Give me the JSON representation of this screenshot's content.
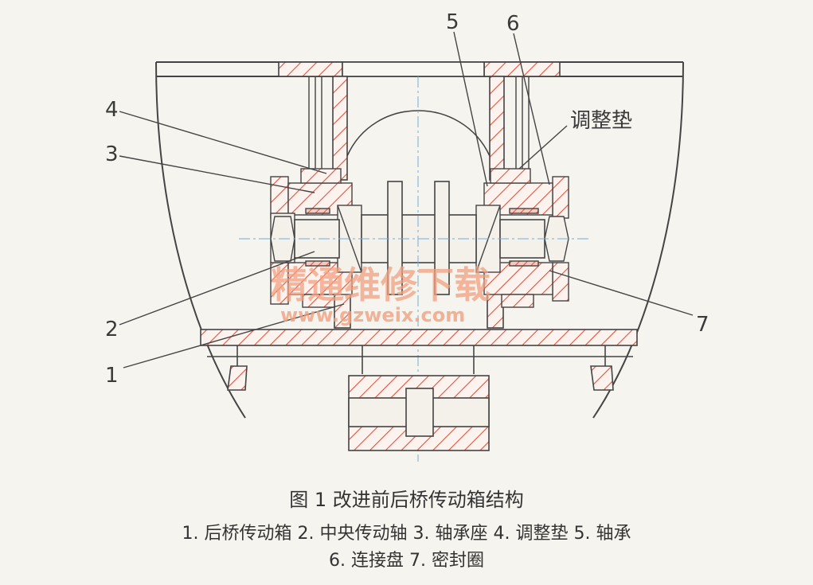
{
  "labels": {
    "l1": "1",
    "l2": "2",
    "l3": "3",
    "l4": "4",
    "l5": "5",
    "l6": "6",
    "l7": "7",
    "adjust": "调整垫"
  },
  "caption": {
    "title": "图 1   改进前后桥传动箱结构",
    "legend_line1": "1. 后桥传动箱  2. 中央传动轴  3. 轴承座  4. 调整垫  5. 轴承",
    "legend_line2": "6. 连接盘  7. 密封圈"
  },
  "watermark": {
    "cn": "精通维修下载",
    "url": "www.gzweix.com"
  },
  "colors": {
    "hatch": "#e0533f",
    "line": "#444444",
    "center": "#6fb0d8",
    "watermark": "#f0a080"
  }
}
